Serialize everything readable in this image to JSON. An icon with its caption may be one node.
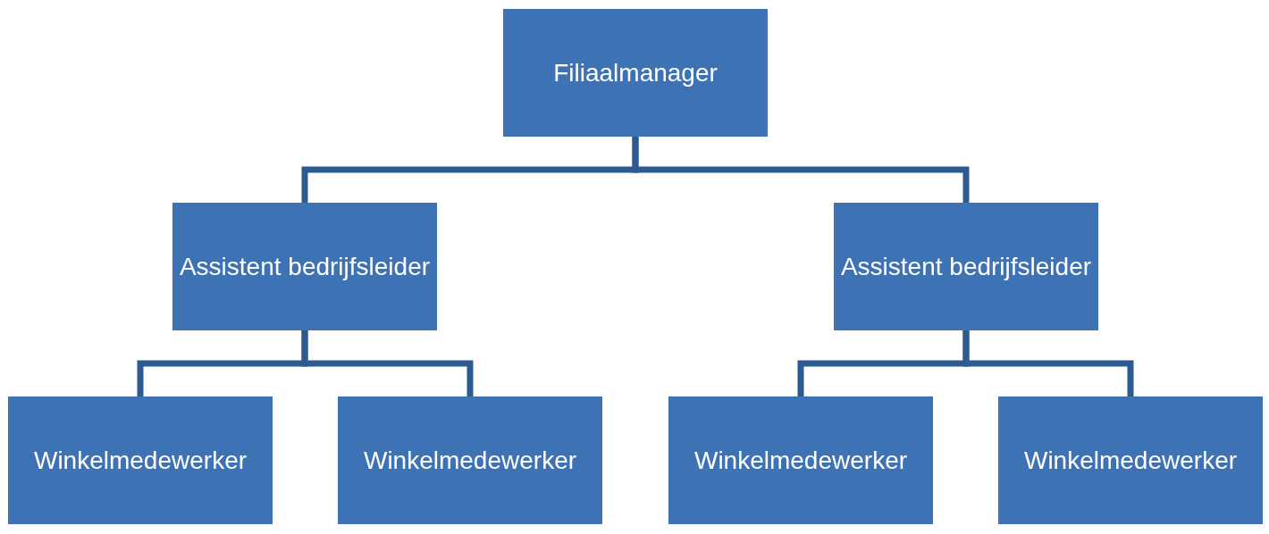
{
  "diagram": {
    "nodes": [
      {
        "text": [
          "Filiaalmanager"
        ]
      },
      {
        "text": [
          "Assistent bedrijfsleider"
        ]
      },
      {
        "text": [
          "Assistent bedrijfsleider"
        ]
      },
      {
        "text": [
          "Winkelmedewerker"
        ]
      },
      {
        "text": [
          "Winkelmedewerker"
        ]
      },
      {
        "text": [
          "Winkelmedewerker"
        ]
      },
      {
        "text": [
          "Winkelmedewerker"
        ]
      }
    ],
    "edges": [
      {
        "from": 0,
        "to": 1,
        "arrow": "none"
      },
      {
        "from": 0,
        "to": 2,
        "arrow": "none"
      },
      {
        "from": 1,
        "to": 3,
        "arrow": "none"
      },
      {
        "from": 1,
        "to": 4,
        "arrow": "none"
      },
      {
        "from": 2,
        "to": 5,
        "arrow": "none"
      },
      {
        "from": 2,
        "to": 6,
        "arrow": "none"
      }
    ]
  }
}
